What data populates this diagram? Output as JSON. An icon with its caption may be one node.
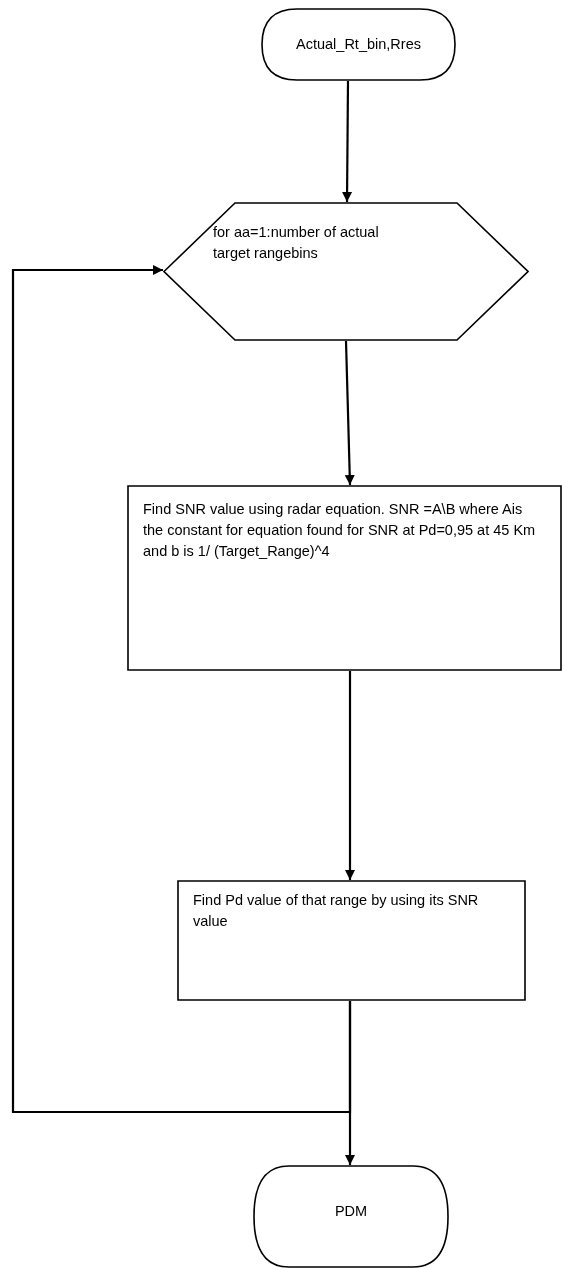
{
  "diagram": {
    "nodes": [
      {
        "text": [
          "Actual_Rt_bin,Rres"
        ]
      },
      {
        "text": [
          "for aa=1:number of actual target rangebins"
        ]
      },
      {
        "text": [
          "Find SNR value using radar equation. SNR =A\\B where Ais the constant for equation found  for SNR at Pd=0,95 at 45 Km and b is 1/ (Target_Range)^4"
        ]
      },
      {
        "text": [
          "Find Pd value of that range by using its SNR value"
        ]
      },
      {
        "text": [
          "PDM"
        ]
      }
    ],
    "edges": [
      {
        "from": 0,
        "to": 1,
        "arrow": "to"
      },
      {
        "from": 1,
        "to": 2,
        "arrow": "to"
      },
      {
        "from": 2,
        "to": 3,
        "arrow": "to"
      },
      {
        "from": 3,
        "to": 4,
        "arrow": "to"
      },
      {
        "from": 3,
        "to": 1,
        "arrow": "to"
      }
    ]
  }
}
